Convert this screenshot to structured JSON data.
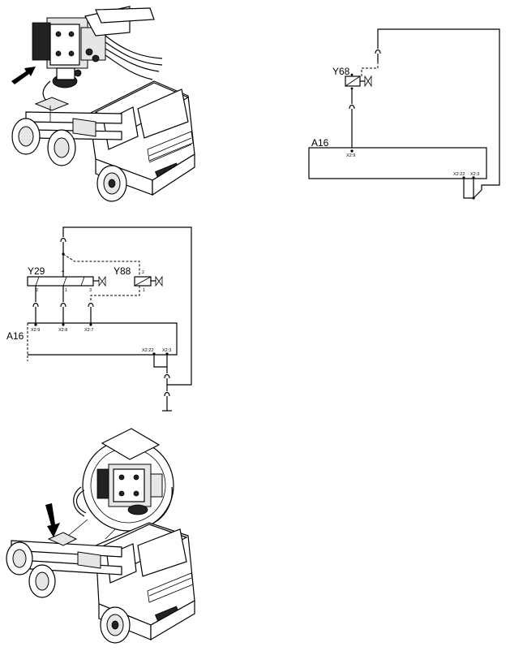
{
  "diagram_top_right": {
    "component_valve": "Y68",
    "control_unit": "A16",
    "pin_x2_9": "X2:9",
    "pin_x2_22": "X2:22",
    "pin_x2_3": "X2:3"
  },
  "diagram_middle_left": {
    "component_valve_1": "Y29",
    "component_valve_2": "Y88",
    "control_unit": "A16",
    "y29_pin_2": "2",
    "y29_pin_4": "4",
    "y29_pin_1": "1",
    "y29_pin_3": "3",
    "y88_pin_2": "2",
    "y88_pin_1": "1",
    "pin_x2_9": "X2:9",
    "pin_x2_8": "X2:8",
    "pin_x2_7": "X2:7",
    "pin_x2_22": "X2:22",
    "pin_x2_3": "X2:3"
  },
  "illustrations": {
    "top": "truck-valve-block-location-illustration",
    "bottom": "truck-valve-block-location-illustration"
  },
  "colors": {
    "line": "#000000",
    "background": "#ffffff"
  }
}
